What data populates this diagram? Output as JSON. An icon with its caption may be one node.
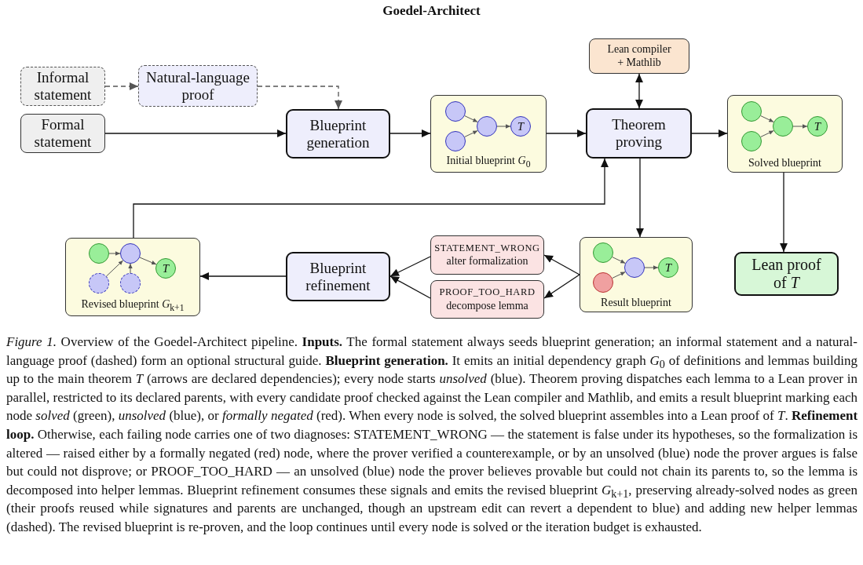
{
  "diagram": {
    "title": "Goedel-Architect",
    "caption": "*Figure 1.* Overview of the Goedel-Architect pipeline. **Inputs.** The formal statement always seeds blueprint generation; an informal statement and a natural-language proof (dashed) form an optional structural guide. **Blueprint generation.** It emits an initial dependency graph *G*$_{0}$ of definitions and lemmas building up to the main theorem *T* (arrows are declared dependencies); every node starts *unsolved* (blue). Theorem proving dispatches each lemma to a Lean prover in parallel, restricted to its declared parents, with every candidate proof checked against the Lean compiler and Mathlib, and emits a result blueprint marking each node *solved* (green), *unsolved* (blue), or *formally negated* (red). When every node is solved, the solved blueprint assembles into a Lean proof of *T*. **Refinement loop.** Otherwise, each failing node carries one of two diagnoses: STATEMENT_WRONG — the statement is false under its hypotheses, so the formalization is altered — raised either by a formally negated (red) node, where the prover verified a counterexample, or by an unsolved (blue) node the prover argues is false but could not disprove; or PROOF_TOO_HARD — an unsolved (blue) node the prover believes provable but could not chain its parents to, so the lemma is decomposed into helper lemmas. Blueprint refinement consumes these signals and emits the revised blueprint *G*$_{k+1}$, preserving already-solved nodes as green (their proofs reused while signatures and parents are unchanged, though an upstream edit can revert a dependent to blue) and adding new helper lemmas (dashed). The revised blueprint is re-proven, and the loop continues until every node is solved or the iteration budget is exhausted.",
    "nodes": [
      {
        "text": [
          "Informal statement"
        ]
      },
      {
        "text": [
          "Natural-language proof"
        ]
      },
      {
        "text": [
          "Lean compiler + Mathlib"
        ]
      },
      {
        "text": [
          "Formal statement"
        ]
      },
      {
        "text": [
          "Blueprint generation"
        ]
      },
      {
        "text": [
          "Initial blueprint *G*$_{0}$"
        ]
      },
      {
        "text": [],
        "shape": "circle",
        "in": 5
      },
      {
        "text": [],
        "shape": "circle",
        "in": 5
      },
      {
        "text": [],
        "shape": "circle",
        "in": 5
      },
      {
        "text": [
          "T"
        ],
        "in": 5
      },
      {
        "text": [
          "Theorem proving"
        ]
      },
      {
        "text": [
          "Solved blueprint"
        ]
      },
      {
        "text": [],
        "shape": "circle",
        "in": 11
      },
      {
        "text": [],
        "shape": "circle",
        "in": 11
      },
      {
        "text": [],
        "shape": "circle",
        "in": 11
      },
      {
        "text": [
          "T"
        ],
        "in": 11
      },
      {
        "text": [
          "Revised blueprint *G*$_{k+1}$"
        ]
      },
      {
        "text": [],
        "shape": "circle",
        "in": 16
      },
      {
        "text": [],
        "shape": "circle",
        "in": 16
      },
      {
        "text": [
          "T"
        ],
        "in": 16
      },
      {
        "text": [],
        "shape": "circle",
        "in": 16
      },
      {
        "text": [],
        "shape": "circle",
        "in": 16
      },
      {
        "text": [
          "Blueprint refinement"
        ]
      },
      {
        "text": [
          "STATEMENT_WRONG",
          "alter formalization"
        ]
      },
      {
        "text": [
          "PROOF_TOO_HARD",
          "decompose lemma"
        ]
      },
      {
        "text": [
          "Result blueprint"
        ]
      },
      {
        "text": [],
        "shape": "circle",
        "in": 25
      },
      {
        "text": [],
        "shape": "circle",
        "in": 25
      },
      {
        "text": [],
        "shape": "circle",
        "in": 25
      },
      {
        "text": [
          "T"
        ],
        "in": 25
      },
      {
        "text": [
          "Lean proof of *T*"
        ]
      }
    ],
    "edges": [
      {
        "from": 0,
        "to": 1,
        "arrow": "to",
        "style": "dashed",
        "color": "#555555"
      },
      {
        "from": 1,
        "to": 4,
        "arrow": "to",
        "style": "dashed",
        "color": "#555555"
      },
      {
        "from": 3,
        "to": 4,
        "arrow": "to"
      },
      {
        "from": 4,
        "to": 5,
        "arrow": "to"
      },
      {
        "from": 5,
        "to": 10,
        "arrow": "to"
      },
      {
        "from": 2,
        "to": 10,
        "arrow": "both"
      },
      {
        "from": 10,
        "to": 11,
        "arrow": "to"
      },
      {
        "from": 10,
        "to": 25,
        "arrow": "to"
      },
      {
        "from": 11,
        "to": 30,
        "arrow": "to"
      },
      {
        "from": 25,
        "to": 23,
        "arrow": "to"
      },
      {
        "from": 25,
        "to": 24,
        "arrow": "to"
      },
      {
        "from": 23,
        "to": 22,
        "arrow": "to"
      },
      {
        "from": 24,
        "to": 22,
        "arrow": "to"
      },
      {
        "from": 22,
        "to": 16,
        "arrow": "to"
      },
      {
        "from": 16,
        "to": 10,
        "arrow": "to"
      },
      {
        "from": 6,
        "to": 8,
        "arrow": "to",
        "color": "#555555"
      },
      {
        "from": 7,
        "to": 8,
        "arrow": "to",
        "color": "#555555"
      },
      {
        "from": 8,
        "to": 9,
        "arrow": "to",
        "color": "#555555"
      },
      {
        "from": 12,
        "to": 14,
        "arrow": "to",
        "color": "#555555"
      },
      {
        "from": 13,
        "to": 14,
        "arrow": "to",
        "color": "#555555"
      },
      {
        "from": 14,
        "to": 15,
        "arrow": "to",
        "color": "#555555"
      },
      {
        "from": 17,
        "to": 18,
        "arrow": "to",
        "color": "#555555"
      },
      {
        "from": 20,
        "to": 18,
        "arrow": "to",
        "color": "#555555"
      },
      {
        "from": 21,
        "to": 18,
        "arrow": "to",
        "color": "#555555"
      },
      {
        "from": 18,
        "to": 19,
        "arrow": "to",
        "color": "#555555"
      },
      {
        "from": 26,
        "to": 28,
        "arrow": "to",
        "color": "#555555"
      },
      {
        "from": 27,
        "to": 28,
        "arrow": "to",
        "color": "#555555"
      },
      {
        "from": 28,
        "to": 29,
        "arrow": "to",
        "color": "#555555"
      }
    ]
  }
}
